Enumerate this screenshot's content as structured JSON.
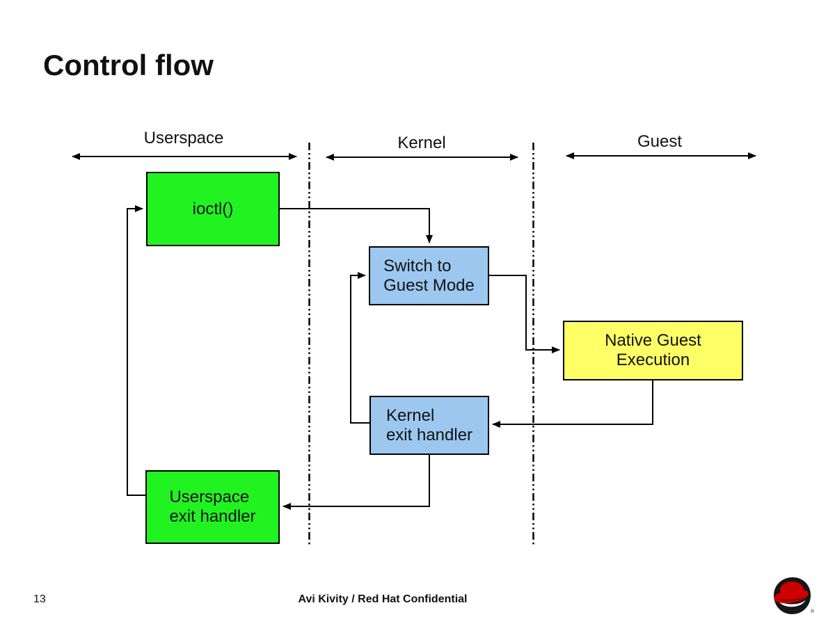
{
  "slide": {
    "title": "Control flow",
    "page_number": "13",
    "footer_text": "Avi Kivity / Red Hat Confidential"
  },
  "regions": {
    "userspace": {
      "label": "Userspace"
    },
    "kernel": {
      "label": "Kernel"
    },
    "guest": {
      "label": "Guest"
    }
  },
  "nodes": {
    "ioctl": {
      "label": "ioctl()",
      "color": "#21f321"
    },
    "switch_to_guest": {
      "lines": [
        "Switch to",
        "Guest Mode"
      ],
      "color": "#9cc8f0"
    },
    "native_guest": {
      "lines": [
        "Native Guest",
        "Execution"
      ],
      "color": "#ffff66"
    },
    "kernel_exit": {
      "lines": [
        "Kernel",
        "exit handler"
      ],
      "color": "#9cc8f0"
    },
    "userspace_exit": {
      "lines": [
        "Userspace",
        "exit handler"
      ],
      "color": "#21f321"
    }
  },
  "edges": [
    {
      "from": "ioctl",
      "to": "switch_to_guest"
    },
    {
      "from": "switch_to_guest",
      "to": "native_guest"
    },
    {
      "from": "native_guest",
      "to": "kernel_exit"
    },
    {
      "from": "kernel_exit",
      "to": "switch_to_guest"
    },
    {
      "from": "kernel_exit",
      "to": "userspace_exit"
    },
    {
      "from": "userspace_exit",
      "to": "ioctl"
    }
  ],
  "logo": {
    "name": "red-hat-shadowman",
    "registered_mark": "®",
    "hat_color": "#cc0000",
    "shadow_color": "#161616"
  },
  "colors": {
    "line": "#000000",
    "background": "#ffffff",
    "text": "#111111"
  }
}
